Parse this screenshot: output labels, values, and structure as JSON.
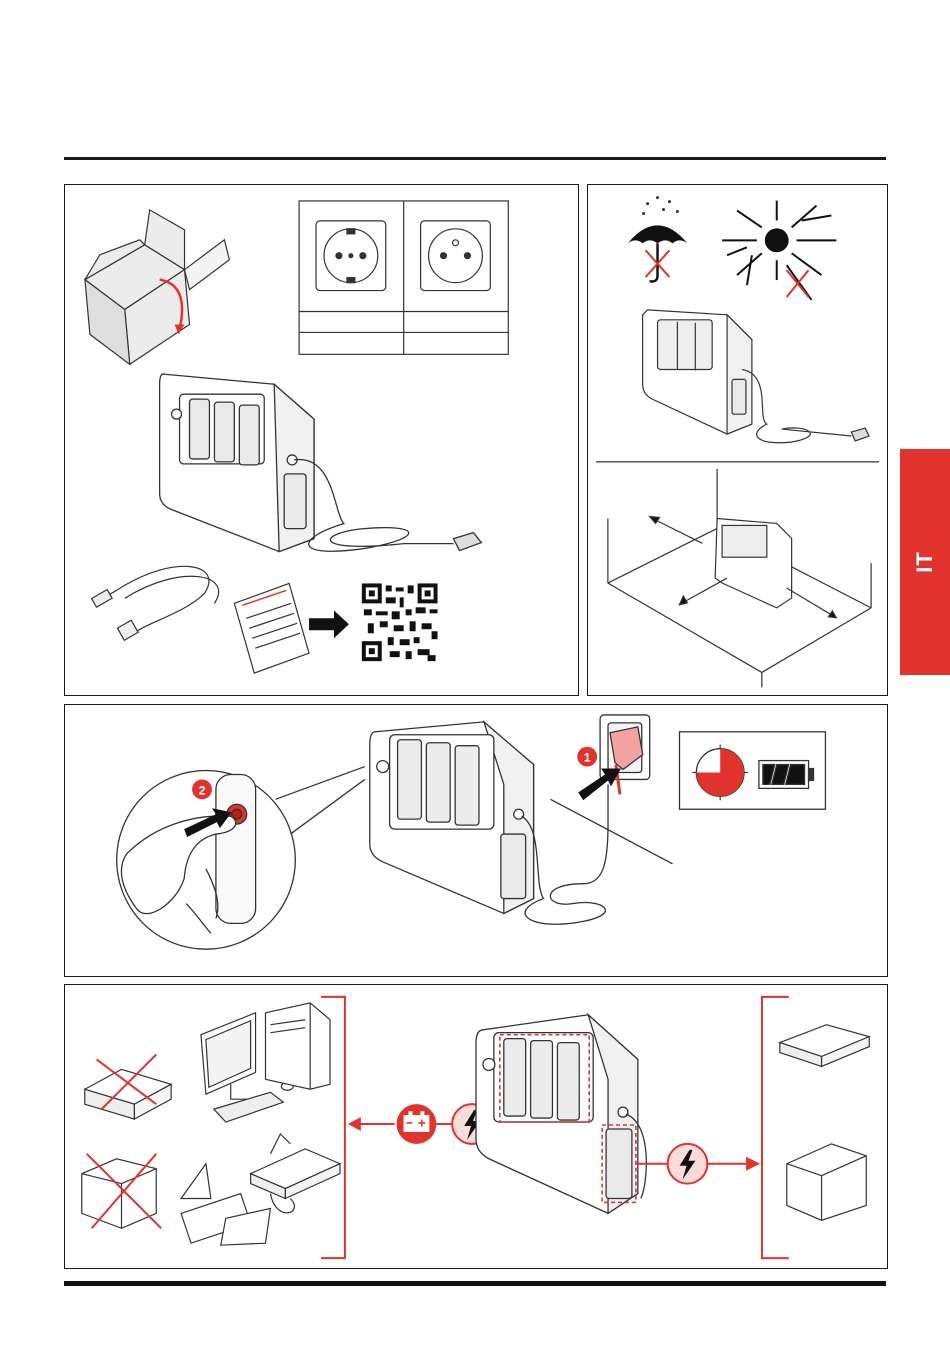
{
  "page": {
    "language_tab": "IT",
    "accent_color": "#e0332e"
  },
  "icons": {
    "box": "open-box-icon",
    "sockets": [
      "schuko-socket-icon",
      "french-socket-icon"
    ],
    "umbrella": "no-rain-icon",
    "sun": "no-sun-icon",
    "qr": "qr-code-icon",
    "timer": "charge-timer-icon",
    "battery": "battery-charging-icon",
    "surge": "lightning-icon",
    "battery_backup": "battery-backup-icon"
  },
  "steps": {
    "plug_in": "1",
    "power_on": "2"
  }
}
